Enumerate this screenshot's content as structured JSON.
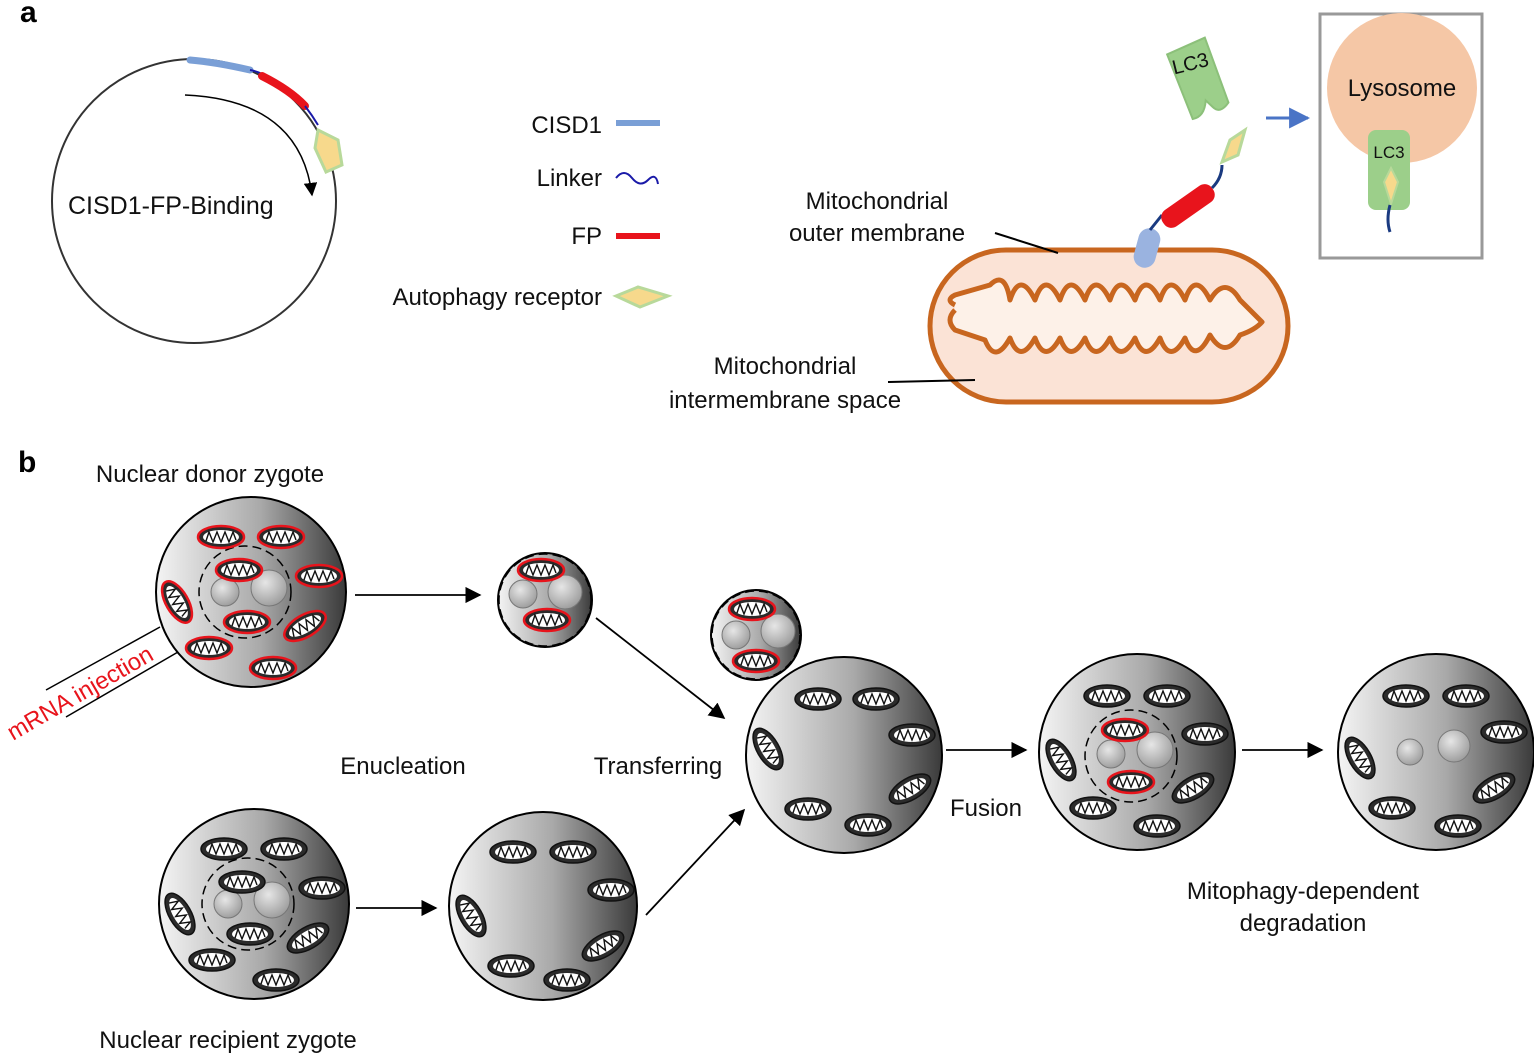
{
  "panel_a": {
    "letter": "a",
    "plasmid_label": "CISD1-FP-Binding",
    "legend": [
      {
        "label": "CISD1",
        "color": "#7a9fd6",
        "kind": "thick-line"
      },
      {
        "label": "Linker",
        "color": "#1a1aa8",
        "kind": "wave"
      },
      {
        "label": "FP",
        "color": "#e8141c",
        "kind": "thick-line"
      },
      {
        "label": "Autophagy receptor",
        "color": "#f7d98c",
        "kind": "diamond"
      }
    ],
    "outer_membrane_label": [
      "Mitochondrial",
      "outer membrane"
    ],
    "intermembrane_label": [
      "Mitochondrial",
      "intermembrane space"
    ],
    "lc3_label": "LC3",
    "lc3_inner_label": "LC3",
    "lysosome_label": "Lysosome",
    "colors": {
      "mito_outline": "#c8661f",
      "mito_fill": "#fbe3d6",
      "lysosome": "#f5c7a6",
      "lc3": "#9ccf8a",
      "arrow_blue": "#4a74c6"
    }
  },
  "panel_b": {
    "letter": "b",
    "donor_label": "Nuclear donor zygote",
    "recipient_label": "Nuclear recipient zygote",
    "injection_label": "mRNA injection",
    "enucleation_label": "Enucleation",
    "transferring_label": "Transferring",
    "fusion_label": "Fusion",
    "degradation_label": [
      "Mitophagy-dependent",
      "degradation"
    ],
    "colors": {
      "injection_text": "#e8141c",
      "tagged_mito_ring": "#e8141c"
    }
  }
}
